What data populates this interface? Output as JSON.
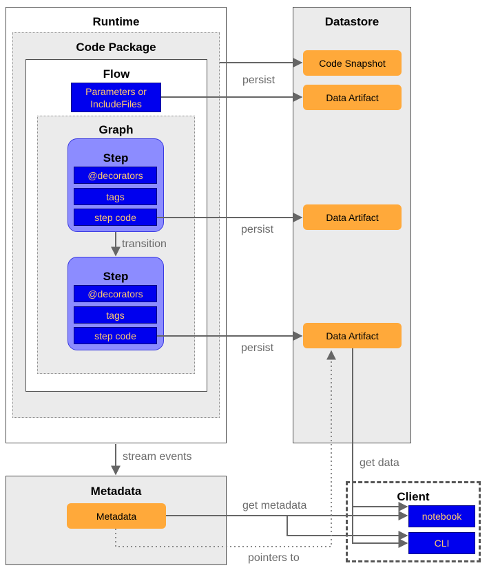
{
  "runtime": {
    "title": "Runtime"
  },
  "code_package": {
    "title": "Code Package"
  },
  "flow": {
    "title": "Flow",
    "parameters_lines": [
      "Parameters or",
      "IncludeFiles"
    ]
  },
  "graph": {
    "title": "Graph"
  },
  "steps": [
    {
      "title": "Step",
      "decorators": "@decorators",
      "tags": "tags",
      "code": "step code"
    },
    {
      "title": "Step",
      "decorators": "@decorators",
      "tags": "tags",
      "code": "step code"
    }
  ],
  "datastore": {
    "title": "Datastore",
    "code_snapshot": "Code Snapshot",
    "artifacts": [
      "Data Artifact",
      "Data Artifact",
      "Data Artifact"
    ]
  },
  "metadata": {
    "title": "Metadata",
    "item": "Metadata"
  },
  "client": {
    "title": "Client",
    "items": [
      "notebook",
      "CLI"
    ]
  },
  "edge_labels": {
    "persist_1": "persist",
    "persist_2": "persist",
    "persist_3": "persist",
    "transition": "transition",
    "stream_events": "stream events",
    "get_data": "get data",
    "get_metadata": "get metadata",
    "pointers_to": "pointers to"
  },
  "colors": {
    "orange": "#ffa93a",
    "blue": "#0000ee",
    "step_fill": "#8c8cff",
    "container_grey": "#ebebeb",
    "arrow": "#666666"
  }
}
